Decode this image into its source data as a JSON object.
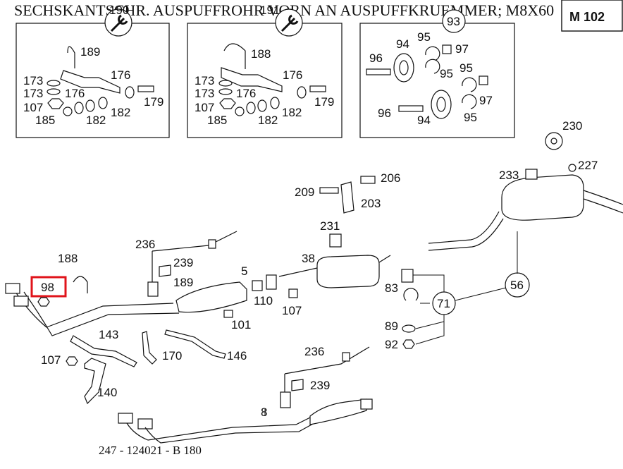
{
  "diagram": {
    "title": "SECHSKANTSCHR. AUSPUFFROHR VORN AN AUSPUFFKRUEMMER; M8X60",
    "model_badge": "M 102",
    "footer": "247 - 124021 - B 180",
    "highlight_color": "#e0141b",
    "highlighted_part": "98",
    "insets": [
      {
        "badge": "190",
        "icon": "wrench-icon"
      },
      {
        "badge": "191",
        "icon": "wrench-icon"
      },
      {
        "badge": "93",
        "icon": "circle-badge"
      }
    ],
    "inset1_labels": [
      "189",
      "173",
      "176",
      "173",
      "176",
      "107",
      "182",
      "185",
      "182",
      "179"
    ],
    "inset2_labels": [
      "188",
      "173",
      "176",
      "173",
      "176",
      "107",
      "182",
      "185",
      "182",
      "179"
    ],
    "inset3_labels": [
      "95",
      "97",
      "96",
      "94",
      "95",
      "95",
      "97",
      "96",
      "94",
      "95"
    ],
    "main_labels": [
      "230",
      "227",
      "233",
      "209",
      "206",
      "203",
      "231",
      "188",
      "236",
      "239",
      "189",
      "5",
      "38",
      "110",
      "107",
      "83",
      "56",
      "71",
      "89",
      "92",
      "101",
      "143",
      "170",
      "146",
      "107",
      "140",
      "236",
      "239",
      "8"
    ]
  }
}
